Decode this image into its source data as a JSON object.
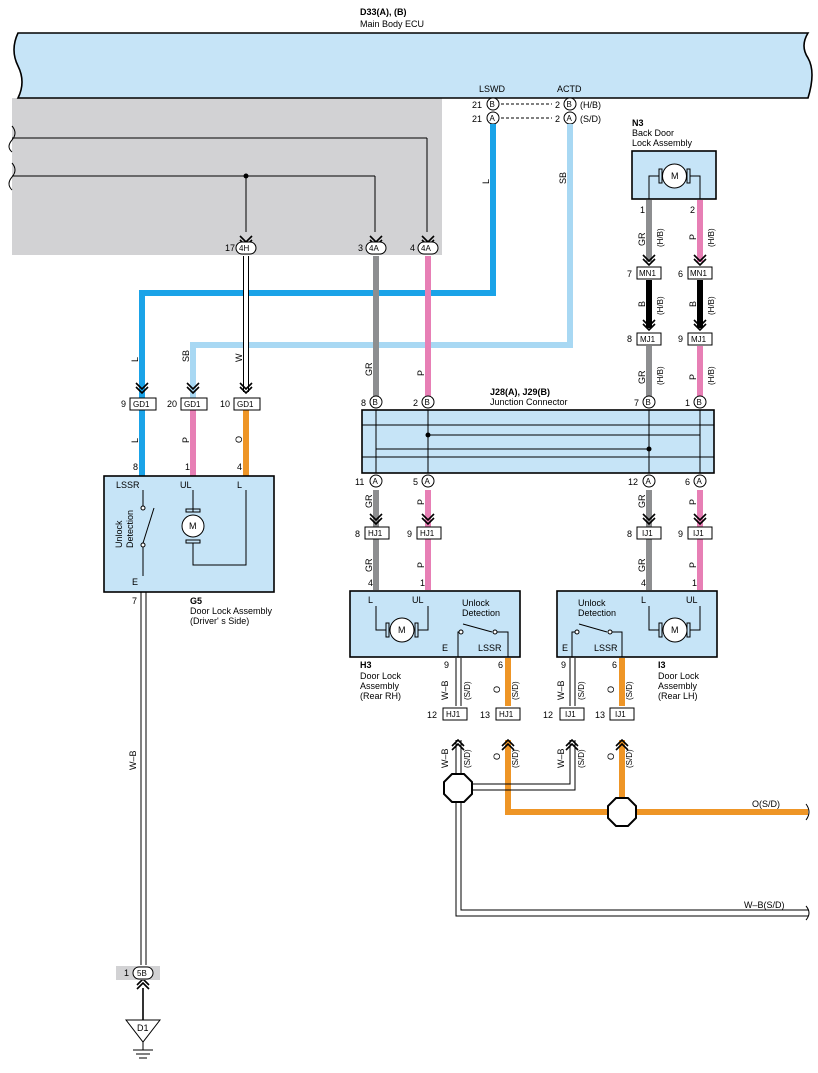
{
  "colors": {
    "ecu_fill": "#c6e4f7",
    "gray_area": "#d2d2d4",
    "wire_L": "#1aa3e8",
    "wire_SB": "#a8d8f3",
    "wire_GR": "#8d8e90",
    "wire_P": "#e77fb5",
    "wire_O": "#ee9526",
    "wire_B": "#000000",
    "wire_W": "#ffffff"
  },
  "ecu": {
    "id": "D33(A), (B)",
    "name": "Main Body ECU",
    "lswd": "LSWD",
    "actd": "ACTD"
  },
  "ecu_pins": {
    "p21b": "21",
    "p21a": "21",
    "p2b": "2",
    "p2a": "2",
    "hb": "(H/B)",
    "sd": "(S/D)",
    "c17": "17",
    "c3": "3",
    "c4": "4"
  },
  "connectors": {
    "B": "B",
    "A": "A",
    "c4H": "4H",
    "c4A": "4A",
    "GD1": "GD1",
    "MN1": "MN1",
    "MJ1": "MJ1",
    "HJ1": "HJ1",
    "IJ1": "IJ1",
    "c5B": "5B",
    "D1": "D1"
  },
  "back_door": {
    "id": "N3",
    "line1": "Back Door",
    "line2": "Lock Assembly",
    "pin1": "1",
    "pin2": "2",
    "motor": "M"
  },
  "junction": {
    "title": "J28(A), J29(B)",
    "name": "Junction Connector"
  },
  "g5": {
    "id": "G5",
    "line1": "Door Lock Assembly",
    "line2": "(Driver' s Side)",
    "lssr": "LSSR",
    "ul": "UL",
    "l": "L",
    "e": "E",
    "unlock": "Unlock",
    "detection": "Detection",
    "motor": "M",
    "pin8": "8",
    "pin1": "1",
    "pin4": "4",
    "pin7": "7"
  },
  "h3": {
    "id": "H3",
    "line1": "Door Lock",
    "line2": "Assembly",
    "line3": "(Rear RH)",
    "l": "L",
    "ul": "UL",
    "e": "E",
    "lssr": "LSSR",
    "unlock": "Unlock",
    "detection": "Detection",
    "motor": "M",
    "pin4": "4",
    "pin1": "1",
    "pin9": "9",
    "pin6": "6"
  },
  "i3": {
    "id": "I3",
    "line1": "Door Lock",
    "line2": "Assembly",
    "line3": "(Rear LH)",
    "l": "L",
    "ul": "UL",
    "e": "E",
    "lssr": "LSSR",
    "unlock": "Unlock",
    "detection": "Detection",
    "motor": "M",
    "pin4": "4",
    "pin1": "1",
    "pin9": "9",
    "pin6": "6"
  },
  "pins": {
    "gd9": "9",
    "gd20": "20",
    "gd10": "10",
    "mn7": "7",
    "mn6": "6",
    "mj8": "8",
    "mj9": "9",
    "jb8": "8",
    "jb2": "2",
    "jb7": "7",
    "jb1": "1",
    "ja11": "11",
    "ja5": "5",
    "ja12": "12",
    "ja6": "6",
    "hj8": "8",
    "hj9": "9",
    "ij8": "8",
    "ij9": "9",
    "hj12": "12",
    "hj13": "13",
    "ij12": "12",
    "ij13": "13",
    "p5b": "1"
  },
  "wires": {
    "L": "L",
    "SB": "SB",
    "GR": "GR",
    "P": "P",
    "W": "W",
    "O": "O",
    "B": "B",
    "WB": "W–B",
    "hb": "(H/B)",
    "sd": "(S/D)",
    "o_sd": "O(S/D)",
    "wb_sd": "W–B(S/D)"
  }
}
